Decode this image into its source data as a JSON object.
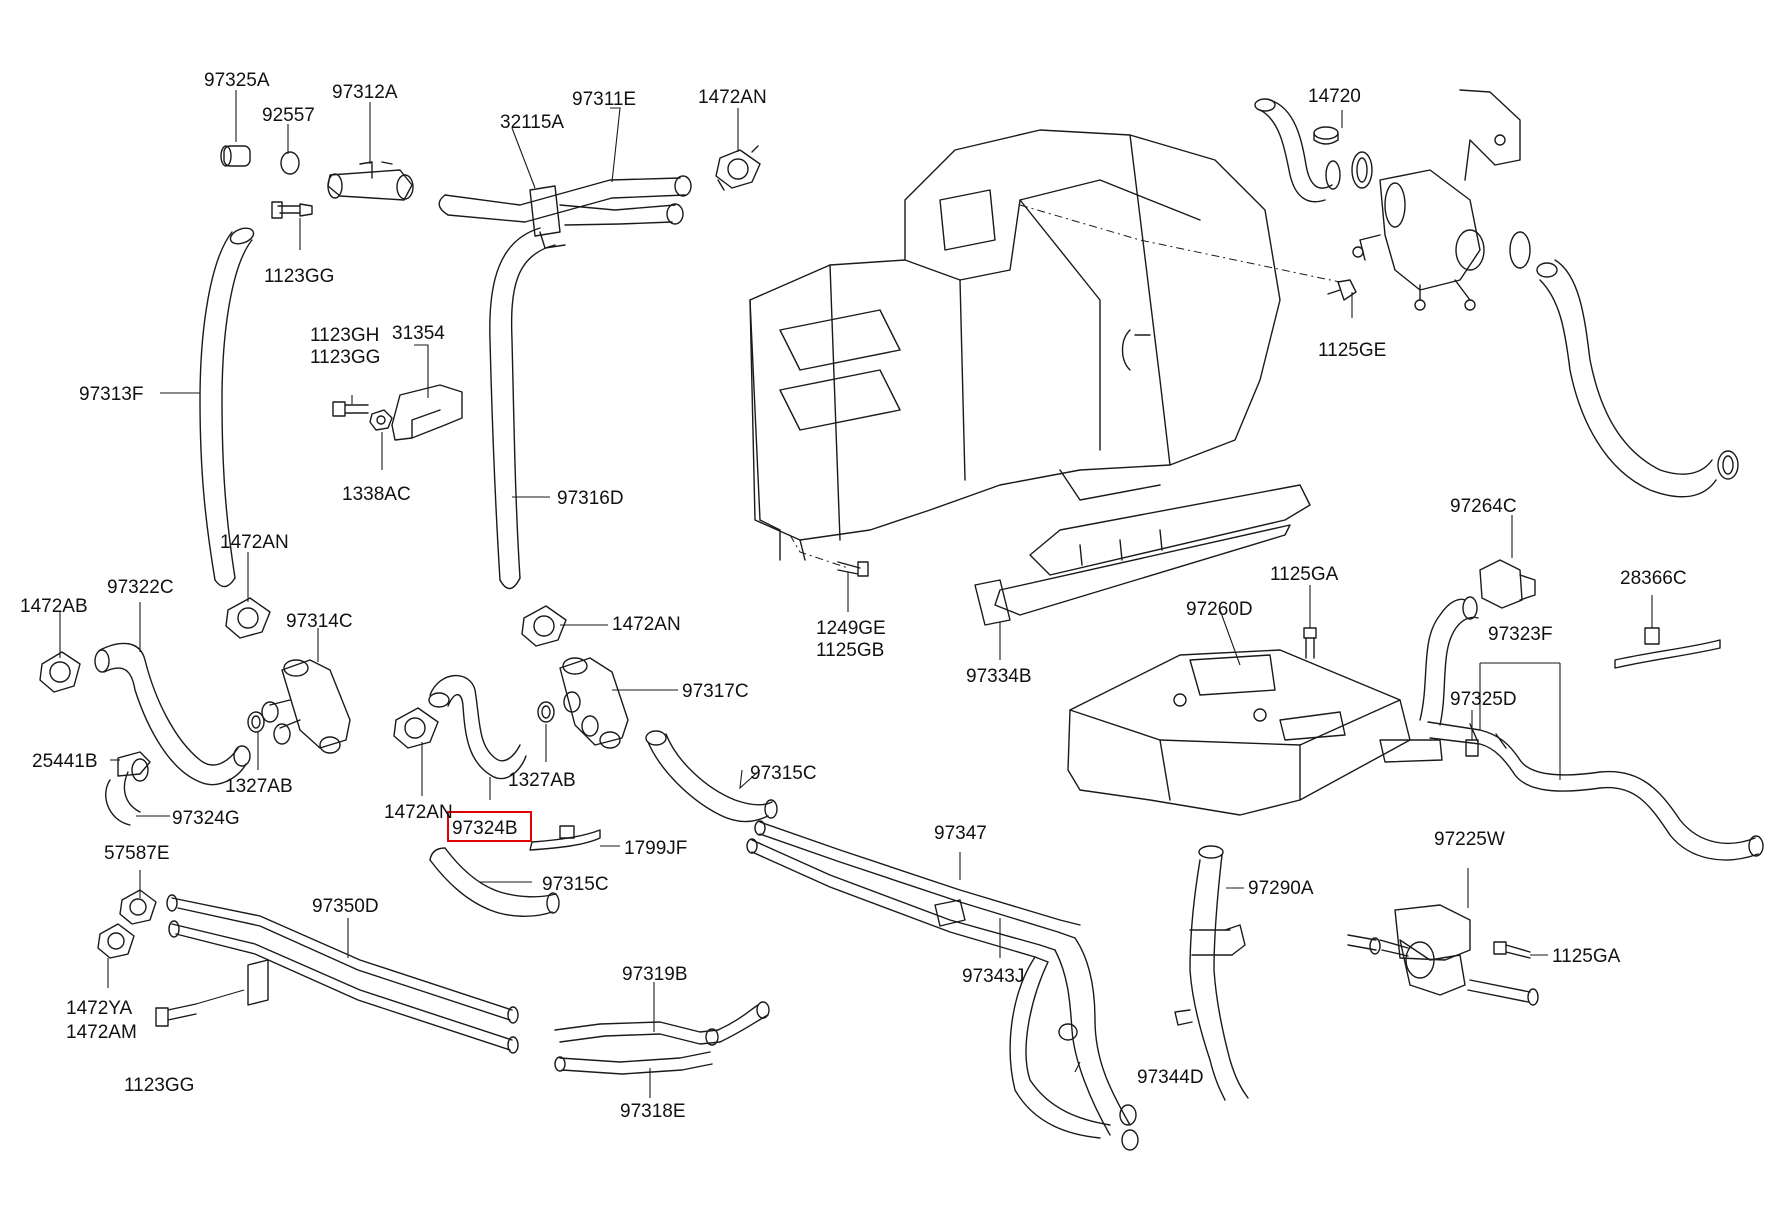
{
  "labels": {
    "p97325A_top": "97325A",
    "p92557": "92557",
    "p97312A": "97312A",
    "p1123GG_a": "1123GG",
    "p97313F": "97313F",
    "p1123GH": "1123GH",
    "p1123GG_b": "1123GG",
    "p31354": "31354",
    "p1338AC": "1338AC",
    "p32115A": "32115A",
    "p97311E": "97311E",
    "p1472AN_a": "1472AN",
    "p97316D": "97316D",
    "p1472AN_b": "1472AN",
    "p1472AN_c": "1472AN",
    "p1472AN_d": "1472AN",
    "p97322C": "97322C",
    "p1472AB": "1472AB",
    "p97314C": "97314C",
    "p25441B": "25441B",
    "p1327AB_a": "1327AB",
    "p97324G": "97324G",
    "p97317C": "97317C",
    "p1327AB_b": "1327AB",
    "p97324B": "97324B",
    "p1799JF": "1799JF",
    "p97315C_a": "97315C",
    "p97315C_b": "97315C",
    "p57587E": "57587E",
    "p97350D": "97350D",
    "p1472YA": "1472YA",
    "p1472AM": "1472AM",
    "p1123GG_c": "1123GG",
    "p97319B": "97319B",
    "p97318E": "97318E",
    "p97347": "97347",
    "p97343J": "97343J",
    "p97344D": "97344D",
    "p14720": "14720",
    "p1125GE": "1125GE",
    "p1249GE": "1249GE",
    "p1125GB": "1125GB",
    "p97334B": "97334B",
    "p97264C": "97264C",
    "p1125GA_a": "1125GA",
    "p97260D": "97260D",
    "p28366C": "28366C",
    "p97323F": "97323F",
    "p97325D": "97325D",
    "p97290A": "97290A",
    "p97225W": "97225W",
    "p1125GA_b": "1125GA"
  },
  "highlight_color": "#e00000",
  "line_color": "#1a1a1a"
}
